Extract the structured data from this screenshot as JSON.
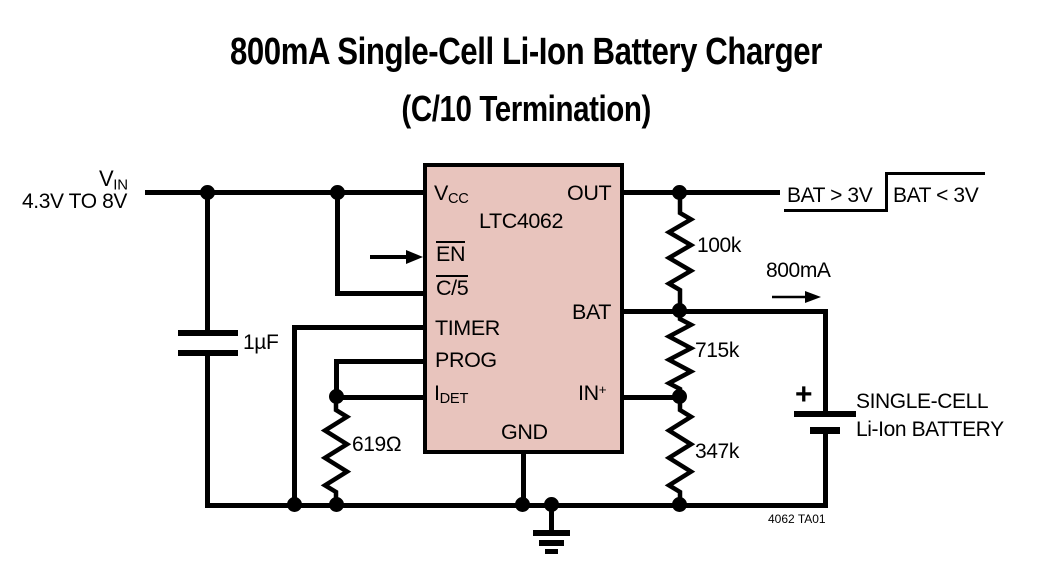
{
  "title": {
    "line1": "800mA Single-Cell Li-Ion Battery Charger",
    "line2": "(C/10 Termination)"
  },
  "ic": {
    "name": "LTC4062",
    "fill_color": "#e8c4bd",
    "pins": {
      "vcc": {
        "main": "V",
        "sub": "CC"
      },
      "en": "EN",
      "c5": "C/5",
      "timer": "TIMER",
      "prog": "PROG",
      "idet": {
        "main": "I",
        "sub": "DET"
      },
      "out": "OUT",
      "bat": "BAT",
      "in_plus": {
        "main": "IN",
        "sup": "+"
      },
      "gnd": "GND"
    }
  },
  "input": {
    "vin": {
      "main": "V",
      "sub": "IN"
    },
    "range": "4.3V TO 8V",
    "cap_value": "1µF"
  },
  "resistors": {
    "idet_set": "619Ω",
    "out_pullup": "100k",
    "divider_top": "715k",
    "divider_bottom": "347k"
  },
  "output_annotation": {
    "left_state": "BAT > 3V",
    "right_state": "BAT < 3V"
  },
  "charge": {
    "current": "800mA"
  },
  "battery": {
    "plus": "+",
    "name_line1": "SINGLE-CELL",
    "name_line2": "Li-Ion BATTERY"
  },
  "figure_ref": "4062 TA01"
}
